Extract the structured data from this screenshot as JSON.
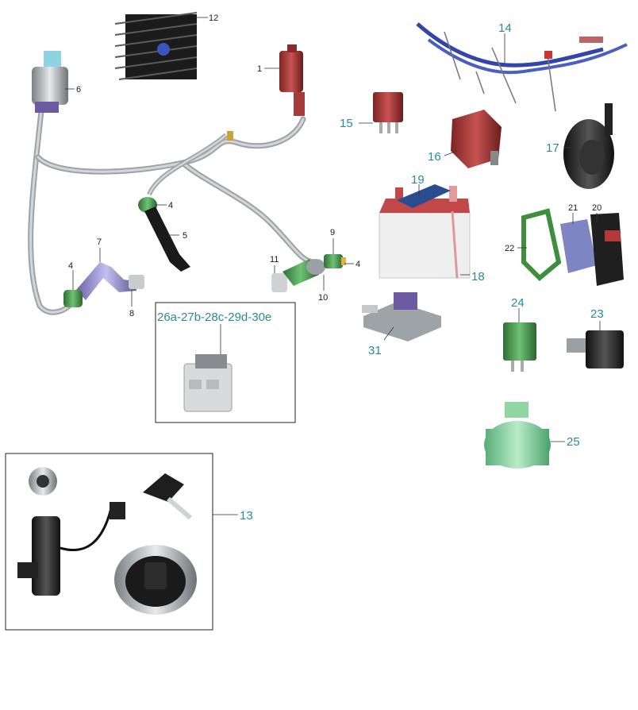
{
  "callouts": {
    "c1": "1",
    "c4a": "4",
    "c4b": "4",
    "c4c": "4",
    "c5": "5",
    "c6": "6",
    "c7": "7",
    "c8": "8",
    "c9": "9",
    "c10": "10",
    "c11": "11",
    "c12": "12",
    "c13": "13",
    "c14": "14",
    "c15": "15",
    "c16": "16",
    "c17": "17",
    "c18": "18",
    "c19": "19",
    "c20": "20",
    "c21": "21",
    "c22": "22",
    "c23": "23",
    "c24": "24",
    "c25": "25",
    "c31": "31",
    "c26group": "26a-27b-28c-29d-30e"
  },
  "colors": {
    "cable": "#b9bdc0",
    "callout_teal": "#2a8a9a",
    "relay_red": "#b03a3a",
    "relay_green": "#4c9a4c",
    "wiring_blue": "#3344aa"
  }
}
